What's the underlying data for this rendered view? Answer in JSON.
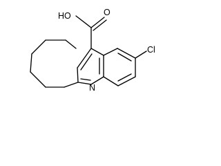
{
  "molecule": {
    "atoms": {
      "hydroxyl": "HO",
      "carbonyl_oxygen": "O",
      "ring_nitrogen": "N",
      "chlorine": "Cl"
    }
  },
  "colors": {
    "bond": "#000000",
    "label": "#000000",
    "background": "#ffffff"
  }
}
